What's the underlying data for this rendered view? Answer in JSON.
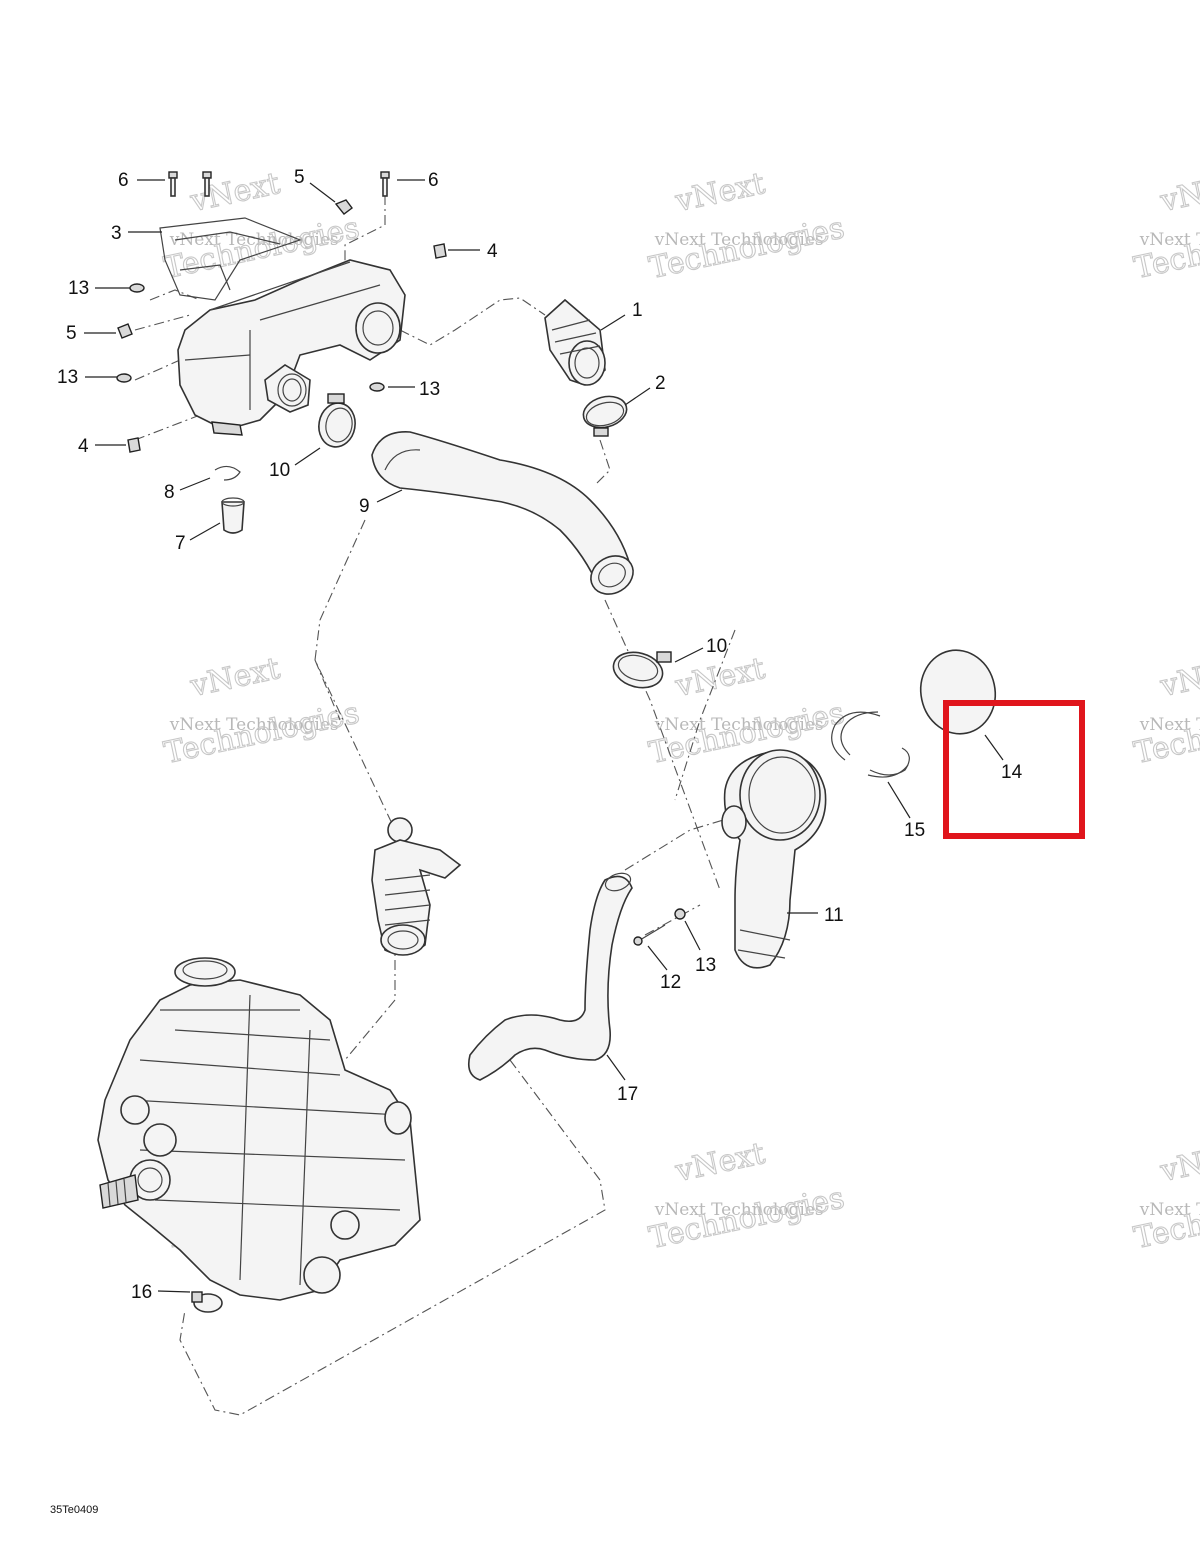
{
  "diagram": {
    "drawing_code": "35Te0409",
    "watermark": {
      "line1": "vNext",
      "line2": "vNext Technologies",
      "line3": "Technologies"
    },
    "highlight_color": "#e0151c",
    "callouts": {
      "c1": "1",
      "c2": "2",
      "c3": "3",
      "c4a": "4",
      "c4b": "4",
      "c5a": "5",
      "c5b": "5",
      "c6a": "6",
      "c6b": "6",
      "c7": "7",
      "c8": "8",
      "c9": "9",
      "c10a": "10",
      "c10b": "10",
      "c11": "11",
      "c12": "12",
      "c13a": "13",
      "c13b": "13",
      "c13c": "13",
      "c13d": "13",
      "c14": "14",
      "c15": "15",
      "c16": "16",
      "c17": "17"
    }
  }
}
